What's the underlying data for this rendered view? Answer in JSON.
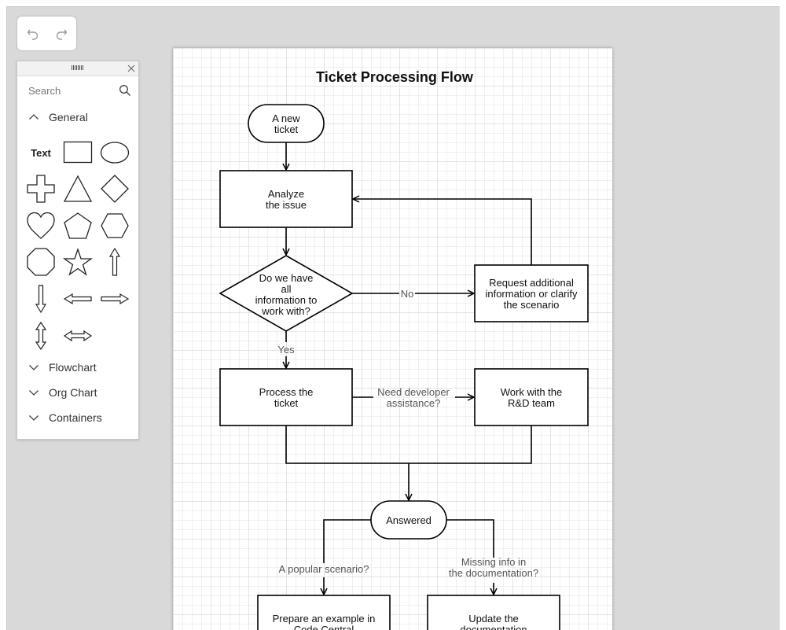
{
  "toolbar": {
    "undo_icon": "undo-icon",
    "redo_icon": "redo-icon"
  },
  "shapes_panel": {
    "search_placeholder": "Search",
    "sections": {
      "general": "General",
      "flowchart": "Flowchart",
      "org_chart": "Org Chart",
      "containers": "Containers"
    },
    "text_shape_label": "Text",
    "shape_icons": [
      "text",
      "rectangle-icon",
      "ellipse-icon",
      "cross-icon",
      "triangle-icon",
      "diamond-icon",
      "heart-icon",
      "pentagon-icon",
      "hexagon-icon",
      "octagon-icon",
      "star-icon",
      "arrow-up-icon",
      "arrow-down-icon",
      "arrow-left-icon",
      "arrow-right-icon",
      "arrow-up-down-icon",
      "arrow-left-right-icon"
    ]
  },
  "diagram": {
    "title": "Ticket Processing Flow",
    "nodes": {
      "new_ticket": [
        "A new",
        "ticket"
      ],
      "analyze": [
        "Analyze",
        "the issue"
      ],
      "decision": [
        "Do we have",
        "all",
        "information to",
        "work with?"
      ],
      "request_info": [
        "Request additional",
        "information or clarify",
        "the scenario"
      ],
      "process": [
        "Process the",
        "ticket"
      ],
      "rnd": [
        "Work with the",
        "R&D team"
      ],
      "answered": [
        "Answered"
      ],
      "example": [
        "Prepare an example in",
        "Code Central"
      ],
      "update_docs": [
        "Update the",
        "documentation"
      ]
    },
    "edge_labels": {
      "no": "No",
      "yes": "Yes",
      "need_dev": [
        "Need developer",
        "assistance?"
      ],
      "popular": "A popular scenario?",
      "missing": [
        "Missing info in",
        "the documentation?"
      ]
    }
  },
  "colors": {
    "workspace": "#d9d9d9",
    "stroke": "#000000",
    "grid": "#e4e4e4"
  }
}
